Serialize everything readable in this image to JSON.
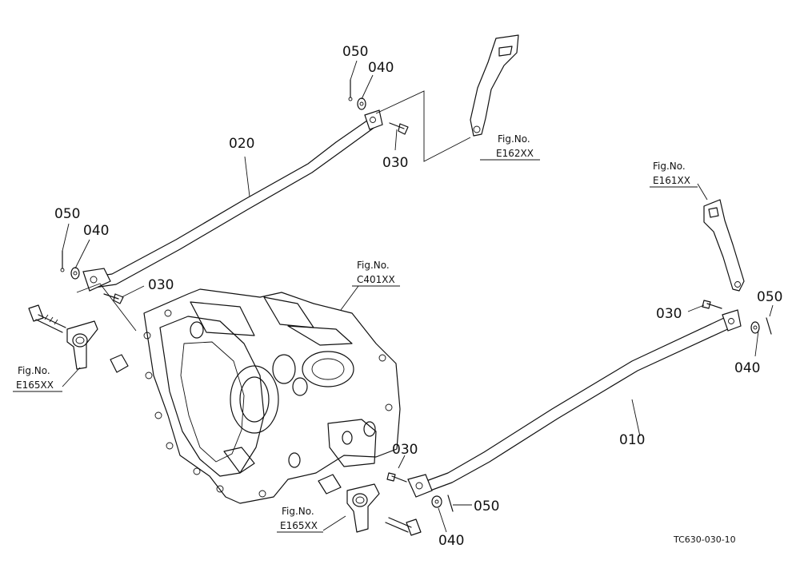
{
  "labels": {
    "p010": "010",
    "p020": "020",
    "p030_a": "030",
    "p030_b": "030",
    "p030_c": "030",
    "p030_d": "030",
    "p040_a": "040",
    "p040_b": "040",
    "p040_c": "040",
    "p050_a": "050",
    "p050_b": "050",
    "p050_c": "050",
    "p050_d": "050"
  },
  "figs": {
    "e162": {
      "title": "Fig.No.",
      "code": "E162XX"
    },
    "e161": {
      "title": "Fig.No.",
      "code": "E161XX"
    },
    "c401": {
      "title": "Fig.No.",
      "code": "C401XX"
    },
    "e165_left": {
      "title": "Fig.No.",
      "code": "E165XX"
    },
    "e165_bottom": {
      "title": "Fig.No.",
      "code": "E165XX"
    }
  },
  "drawing_code": "TC630-030-10"
}
